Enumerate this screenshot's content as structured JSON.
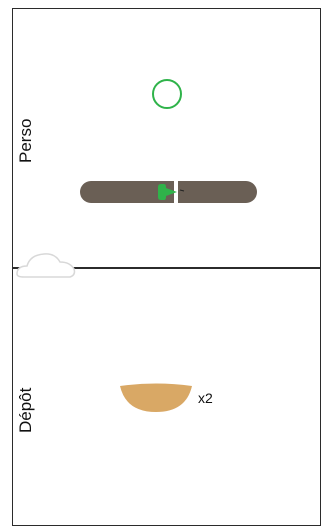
{
  "panels": {
    "top": {
      "label": "Perso"
    },
    "bottom": {
      "label": "Dépôt",
      "item_count": "x2"
    }
  },
  "icons": {
    "target": "target-ring-icon",
    "track": "track-bar-icon",
    "pin": "green-pin-icon",
    "cloud": "cloud-icon",
    "bowl": "bowl-icon"
  },
  "colors": {
    "target_ring": "#2fb34a",
    "track": "#6a5f55",
    "pin": "#2fb34a",
    "bowl": "#d9a865",
    "cloud_outline": "#d8d8d8",
    "border": "#2b2b2b"
  }
}
